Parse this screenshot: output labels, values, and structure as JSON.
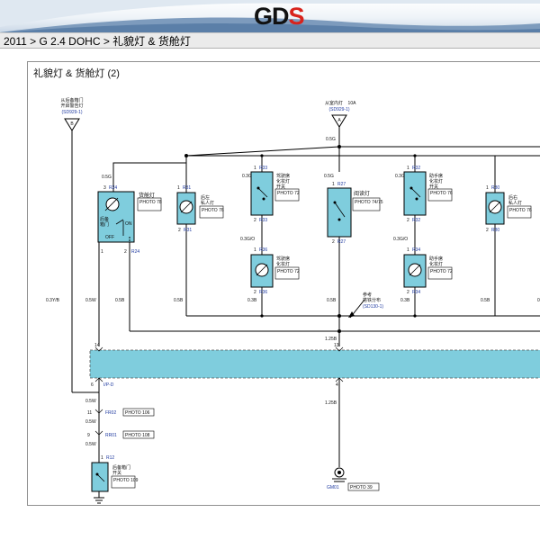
{
  "header": {
    "logo_main": "GD",
    "logo_accent": "S"
  },
  "breadcrumb": "2011 > G 2.4 DOHC > 礼貌灯 & 货舱灯",
  "panel_title": "礼貌灯 & 货舱灯 (2)",
  "connectors": {
    "left_src_line1": "从后备箱门",
    "left_src_line2": "开启警告灯",
    "left_src_ref": "(SD929-1)",
    "left_arrow": "B",
    "top_src_line1": "从室内灯",
    "top_src_amp": "10A",
    "top_src_ref": "(SD929-1)",
    "top_arrow": "A",
    "ref_line1": "参考",
    "ref_line2": "搭铁分布",
    "ref_code": "(SD130-1)"
  },
  "components": {
    "cargo": {
      "name": "货舱灯",
      "photo": "PHOTO 78",
      "pin_top": "3",
      "conn_top": "R24",
      "pin_bot": "1",
      "pin_bot2": "2",
      "conn_bot": "R24",
      "sw_door": "后备",
      "sw_door2": "箱门",
      "sw_on": "ON",
      "sw_off": "OFF"
    },
    "rear_left": {
      "name1": "后左",
      "name2": "私人灯",
      "photo": "PHOTO 76",
      "pin_top": "1",
      "conn_top": "R31",
      "pin_bot": "2",
      "conn_bot": "R31"
    },
    "driver_sw": {
      "name1": "驾驶席",
      "name2": "化妆灯",
      "name3": "开关",
      "photo": "PHOTO 72",
      "pin_top": "1",
      "conn_top": "R33",
      "pin_bot": "2",
      "conn_bot": "R33"
    },
    "driver_lamp": {
      "name1": "驾驶席",
      "name2": "化妆灯",
      "photo": "PHOTO 72",
      "pin_top": "1",
      "conn_top": "R36",
      "pin_bot": "2",
      "conn_bot": "R36"
    },
    "reading": {
      "name": "阅读灯",
      "photo": "PHOTO 74/75",
      "pin_top": "1",
      "conn_top": "R27",
      "pin_bot": "2",
      "conn_bot": "R27"
    },
    "pass_sw": {
      "name1": "助手席",
      "name2": "化妆灯",
      "name3": "开关",
      "photo": "PHOTO 76",
      "pin_top": "1",
      "conn_top": "R32",
      "pin_bot": "2",
      "conn_bot": "R32"
    },
    "pass_lamp": {
      "name1": "助手席",
      "name2": "化妆灯",
      "photo": "PHOTO 72",
      "pin_top": "1",
      "conn_top": "R34",
      "pin_bot": "2",
      "conn_bot": "R34"
    },
    "rear_right": {
      "name1": "后右",
      "name2": "私人灯",
      "photo": "PHOTO 76",
      "pin_top": "1",
      "conn_top": "R30",
      "pin_bot": "2",
      "conn_bot": "R30"
    },
    "tailgate_sw": {
      "name1": "后备箱门",
      "name2": "开关",
      "photo": "PHOTO 109",
      "pin": "1",
      "conn": "R12"
    },
    "ground": {
      "name": "GM01",
      "photo": "PHOTO 39"
    }
  },
  "wires": {
    "w_05g_top": "0.5G",
    "w_05g_cargo": "0.5G",
    "w_03g_drv": "0.3G",
    "w_05g_read": "0.5G",
    "w_03g_pass": "0.3G",
    "w_03go_drv": "0.3G/O",
    "w_03go_pass": "0.3G/O",
    "w_03yb": "0.3Y/B",
    "w_05w": "0.5W",
    "w_05b_cargo": "0.5B",
    "w_05b_rl": "0.5B",
    "w_03b_drv": "0.3B",
    "w_05b_read": "0.5B",
    "w_03b_pass": "0.3B",
    "w_05b_rr": "0.5B",
    "w_05b_edge": "0",
    "w_125b_a": "1.25B",
    "w_125b_b": "1.25B",
    "w_05w_a": "0.5W",
    "w_05w_b": "0.5W",
    "w_05w_c": "0.5W"
  },
  "harness": {
    "pin_14": "14",
    "pin_13": "13",
    "pin_6": "6",
    "conn_ipd": "I/P-D",
    "pin_4": "4",
    "pin_11": "11",
    "fr02": "FR02",
    "fr02_photo": "PHOTO 106",
    "pin_9": "9",
    "rr01": "RR01",
    "rr01_photo": "PHOTO 108"
  }
}
